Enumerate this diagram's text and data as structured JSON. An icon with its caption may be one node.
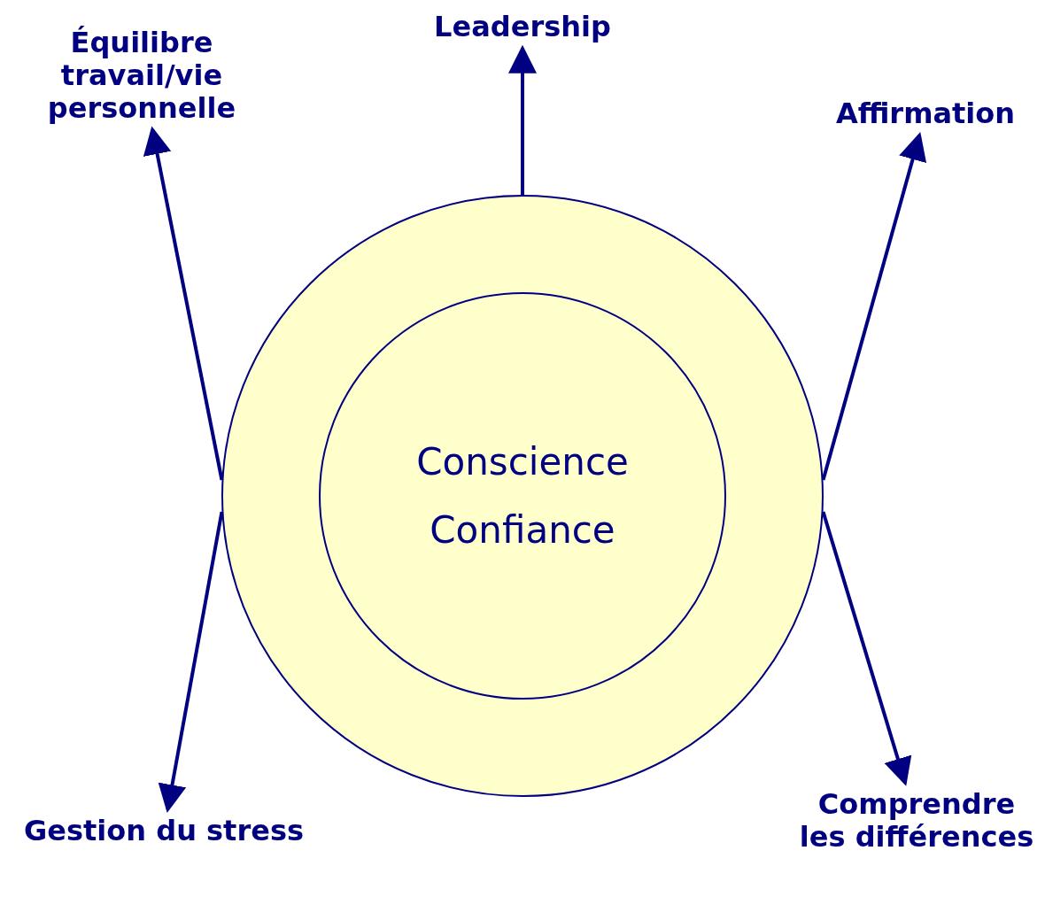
{
  "diagram": {
    "nodes": [
      {
        "text": [],
        "shape": "circle"
      },
      {
        "text": [
          "Conscience",
          "Confiance"
        ],
        "in": 0
      },
      {
        "text": [
          "Leadership"
        ]
      },
      {
        "text": [
          "Affirmation"
        ]
      },
      {
        "text": [
          "Comprendre les différences"
        ]
      },
      {
        "text": [
          "Gestion du stress"
        ]
      },
      {
        "text": [
          "Équilibre travail/vie personnelle"
        ]
      }
    ],
    "edges": [
      {
        "from": 0,
        "to": 2,
        "arrow": "to"
      },
      {
        "from": 0,
        "to": 3,
        "arrow": "to"
      },
      {
        "from": 0,
        "to": 4,
        "arrow": "to"
      },
      {
        "from": 0,
        "to": 5,
        "arrow": "to"
      },
      {
        "from": 0,
        "to": 6,
        "arrow": "to"
      }
    ]
  }
}
